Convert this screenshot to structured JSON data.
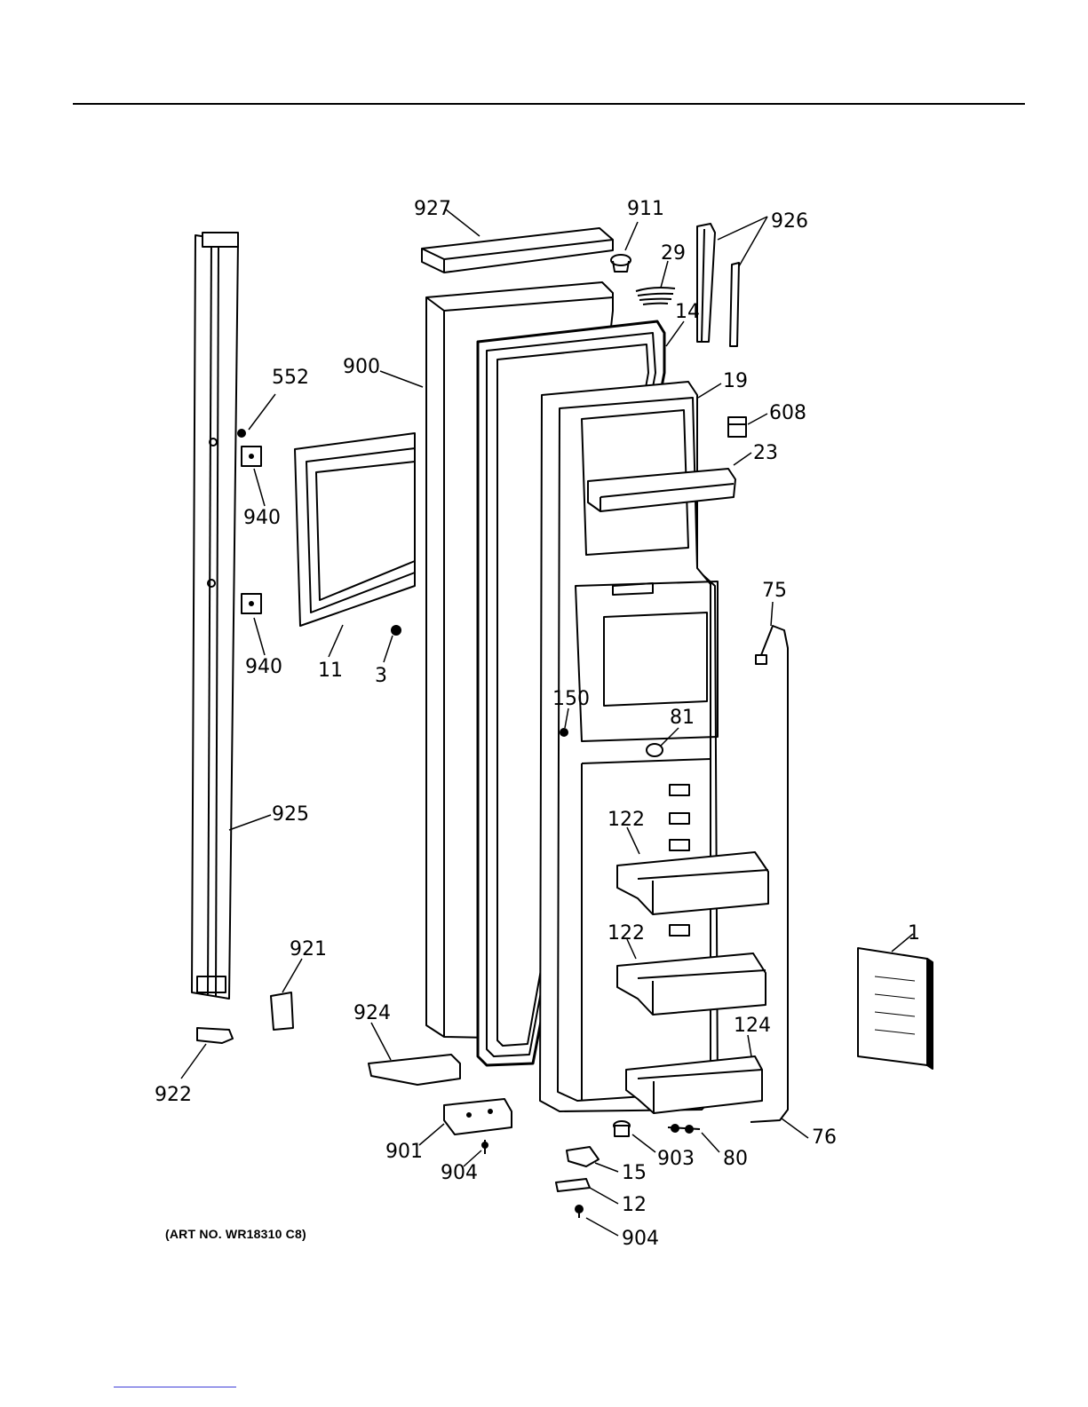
{
  "figure": {
    "art_number": "(ART NO. WR18310 C8)",
    "callouts": [
      {
        "id": "927",
        "label": "927"
      },
      {
        "id": "911",
        "label": "911"
      },
      {
        "id": "29",
        "label": "29"
      },
      {
        "id": "926",
        "label": "926"
      },
      {
        "id": "14",
        "label": "14"
      },
      {
        "id": "900",
        "label": "900"
      },
      {
        "id": "552",
        "label": "552"
      },
      {
        "id": "19",
        "label": "19"
      },
      {
        "id": "608",
        "label": "608"
      },
      {
        "id": "23",
        "label": "23"
      },
      {
        "id": "940a",
        "label": "940"
      },
      {
        "id": "940b",
        "label": "940"
      },
      {
        "id": "11",
        "label": "11"
      },
      {
        "id": "3",
        "label": "3"
      },
      {
        "id": "75",
        "label": "75"
      },
      {
        "id": "150",
        "label": "150"
      },
      {
        "id": "81",
        "label": "81"
      },
      {
        "id": "925",
        "label": "925"
      },
      {
        "id": "122a",
        "label": "122"
      },
      {
        "id": "122b",
        "label": "122"
      },
      {
        "id": "1",
        "label": "1"
      },
      {
        "id": "921",
        "label": "921"
      },
      {
        "id": "924",
        "label": "924"
      },
      {
        "id": "124",
        "label": "124"
      },
      {
        "id": "922",
        "label": "922"
      },
      {
        "id": "901",
        "label": "901"
      },
      {
        "id": "903",
        "label": "903"
      },
      {
        "id": "80",
        "label": "80"
      },
      {
        "id": "76",
        "label": "76"
      },
      {
        "id": "904a",
        "label": "904"
      },
      {
        "id": "15",
        "label": "15"
      },
      {
        "id": "12",
        "label": "12"
      },
      {
        "id": "904b",
        "label": "904"
      }
    ]
  }
}
